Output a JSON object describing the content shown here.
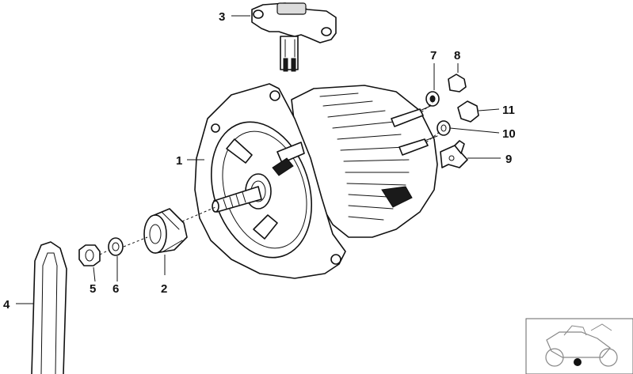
{
  "diagram": {
    "callouts": {
      "c1": "1",
      "c2": "2",
      "c3": "3",
      "c4": "4",
      "c5": "5",
      "c6": "6",
      "c7": "7",
      "c8": "8",
      "c9": "9",
      "c10": "10",
      "c11": "11"
    },
    "parts": [
      "alternator",
      "pulley",
      "voltage-regulator",
      "v-belt",
      "hex-nut",
      "washer",
      "nut-small",
      "cap-nut",
      "terminal-bracket",
      "nut-m5",
      "cap"
    ],
    "thumbnail_icon": "motorcycle-thumbnail"
  }
}
